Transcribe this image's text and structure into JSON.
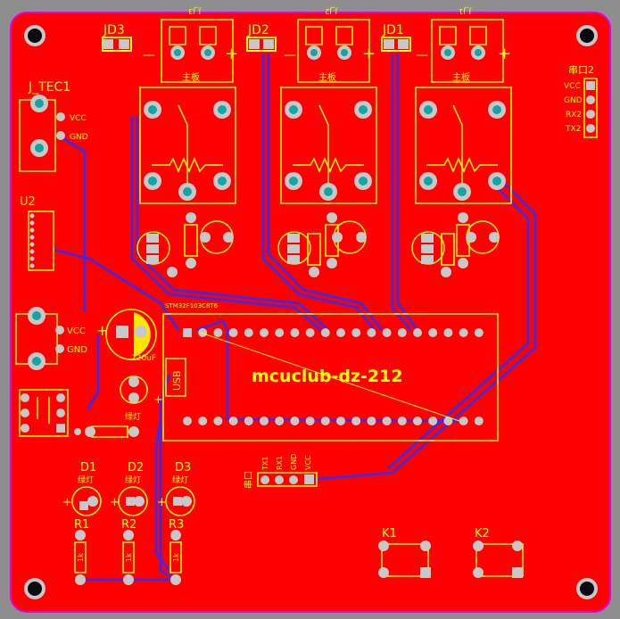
{
  "colors": {
    "background": "#8e8e8e",
    "board": "#ff0000",
    "outline": "#e400e4",
    "silk": "#ffff00",
    "trace": "#2d2dff",
    "pad": "#c8c8c8",
    "drill": "#16a3a3",
    "hole": "#0b0b14"
  },
  "board": {
    "mcu_title": "mcuclub-dz-212",
    "mcu_top_label": "STM32F103C8T6",
    "usb_label": "USB",
    "cap_value": "220uF"
  },
  "modules": {
    "j_tec1": {
      "label": "J_TEC1",
      "vcc": "VCC",
      "gnd": "GND"
    },
    "u2": {
      "label": "U2"
    },
    "serial": {
      "label": "串口2",
      "pins": [
        "VCC",
        "GND",
        "RX2",
        "TX2"
      ]
    },
    "uart_header": {
      "label": "串口",
      "pins": [
        "TX1",
        "RX1",
        "GND",
        "VCC"
      ]
    },
    "power_in": {
      "vcc": "VCC",
      "gnd": "GND"
    }
  },
  "relays": [
    {
      "id": "JD3",
      "pair": "J_J3",
      "terminal": "主板"
    },
    {
      "id": "JD2",
      "pair": "J_J2",
      "terminal": "主板"
    },
    {
      "id": "JD1",
      "pair": "J_J1",
      "terminal": "主板"
    }
  ],
  "leds": [
    {
      "id": "D1",
      "color": "绿灯"
    },
    {
      "id": "D2",
      "color": "绿灯"
    },
    {
      "id": "D3",
      "color": "绿灯"
    }
  ],
  "resistors": [
    {
      "id": "R1",
      "value": "1k"
    },
    {
      "id": "R2",
      "value": "1k"
    },
    {
      "id": "R3",
      "value": "1k"
    }
  ],
  "keys": [
    "K1",
    "K2"
  ],
  "misc": {
    "power_led": "绿灯",
    "plus": "+",
    "minus": "—"
  }
}
